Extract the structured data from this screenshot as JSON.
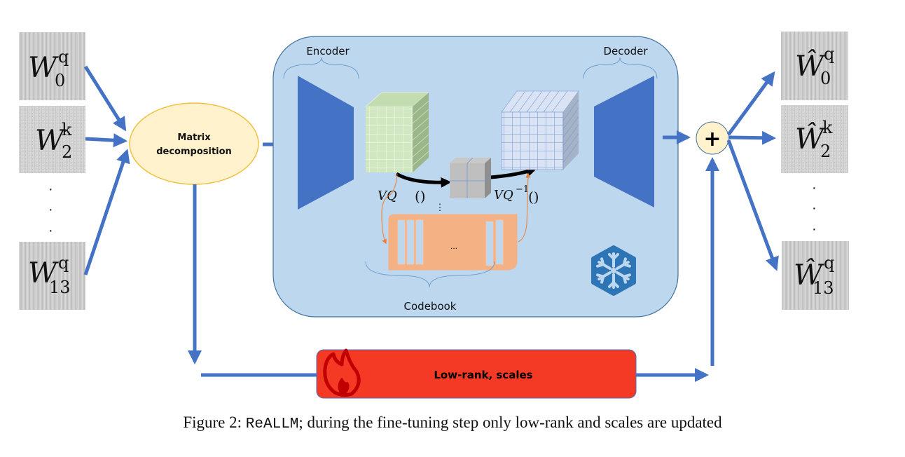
{
  "figure": {
    "caption_prefix": "Figure 2: ",
    "caption_code": "ReALLM",
    "caption_text": "; during the fine-tuning step only low-rank and scales are updated"
  },
  "inputs": [
    {
      "base": "W",
      "sub": "0",
      "sup": "q"
    },
    {
      "base": "W",
      "sub": "2",
      "sup": "k"
    },
    {
      "base": "W",
      "sub": "13",
      "sup": "q"
    }
  ],
  "outputs": [
    {
      "base": "Ŵ",
      "sub": "0",
      "sup": "q"
    },
    {
      "base": "Ŵ",
      "sub": "2",
      "sup": "k"
    },
    {
      "base": "Ŵ",
      "sub": "13",
      "sup": "q"
    }
  ],
  "ellipsis": "·",
  "decomposition": {
    "line1": "Matrix",
    "line2": "decomposition"
  },
  "autoencoder": {
    "encoder_label": "Encoder",
    "decoder_label": "Decoder",
    "codebook_label": "Codebook",
    "codebook_dots": "...",
    "vq_label": "VQ",
    "vq_paren": "()",
    "vq_inv_label": "VQ",
    "vq_inv_sup": "−1",
    "vq_inv_paren": "()",
    "vdots": "⋮",
    "frozen_icon": "snowflake-icon"
  },
  "sum_symbol": "+",
  "trainable": {
    "label": "Low-rank, scales",
    "icon": "fire-icon"
  },
  "colors": {
    "arrow": "#4472c4",
    "trapezoid": "#4472c4",
    "container_fill": "#bdd7ee",
    "container_stroke": "#41719c",
    "ellipse_fill": "#fff2cc",
    "ellipse_stroke": "#f0c040",
    "lowrank_fill": "#f43a24",
    "codebook_fill": "#f4b183",
    "snowflake": "#2e75b6",
    "fire": "#c00000"
  }
}
